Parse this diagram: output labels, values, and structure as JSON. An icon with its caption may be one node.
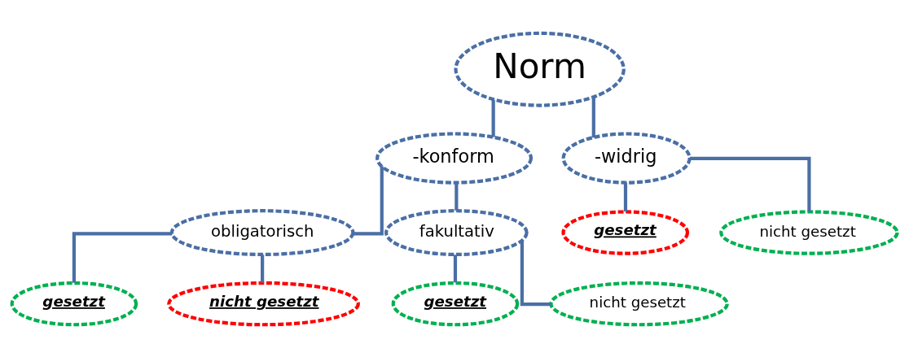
{
  "diagram": {
    "nodes": [
      {
        "text": [
          "Norm"
        ]
      },
      {
        "text": [
          "-konform"
        ]
      },
      {
        "text": [
          "-widrig"
        ]
      },
      {
        "text": [
          "obligatorisch"
        ]
      },
      {
        "text": [
          "fakultativ"
        ]
      },
      {
        "text": [
          "gesetzt"
        ]
      },
      {
        "text": [
          "nicht gesetzt"
        ]
      },
      {
        "text": [
          "gesetzt"
        ]
      },
      {
        "text": [
          "nicht gesetzt"
        ]
      },
      {
        "text": [
          "gesetzt"
        ]
      },
      {
        "text": [
          "nicht gesetzt"
        ]
      }
    ],
    "edges": [
      {
        "from": 0,
        "to": 1,
        "arrow": "none"
      },
      {
        "from": 0,
        "to": 2,
        "arrow": "none"
      },
      {
        "from": 1,
        "to": 3,
        "arrow": "none"
      },
      {
        "from": 1,
        "to": 4,
        "arrow": "none"
      },
      {
        "from": 3,
        "to": 5,
        "arrow": "none"
      },
      {
        "from": 3,
        "to": 6,
        "arrow": "none"
      },
      {
        "from": 4,
        "to": 7,
        "arrow": "none"
      },
      {
        "from": 4,
        "to": 8,
        "arrow": "none"
      },
      {
        "from": 2,
        "to": 9,
        "arrow": "none"
      },
      {
        "from": 2,
        "to": 10,
        "arrow": "none"
      }
    ]
  }
}
